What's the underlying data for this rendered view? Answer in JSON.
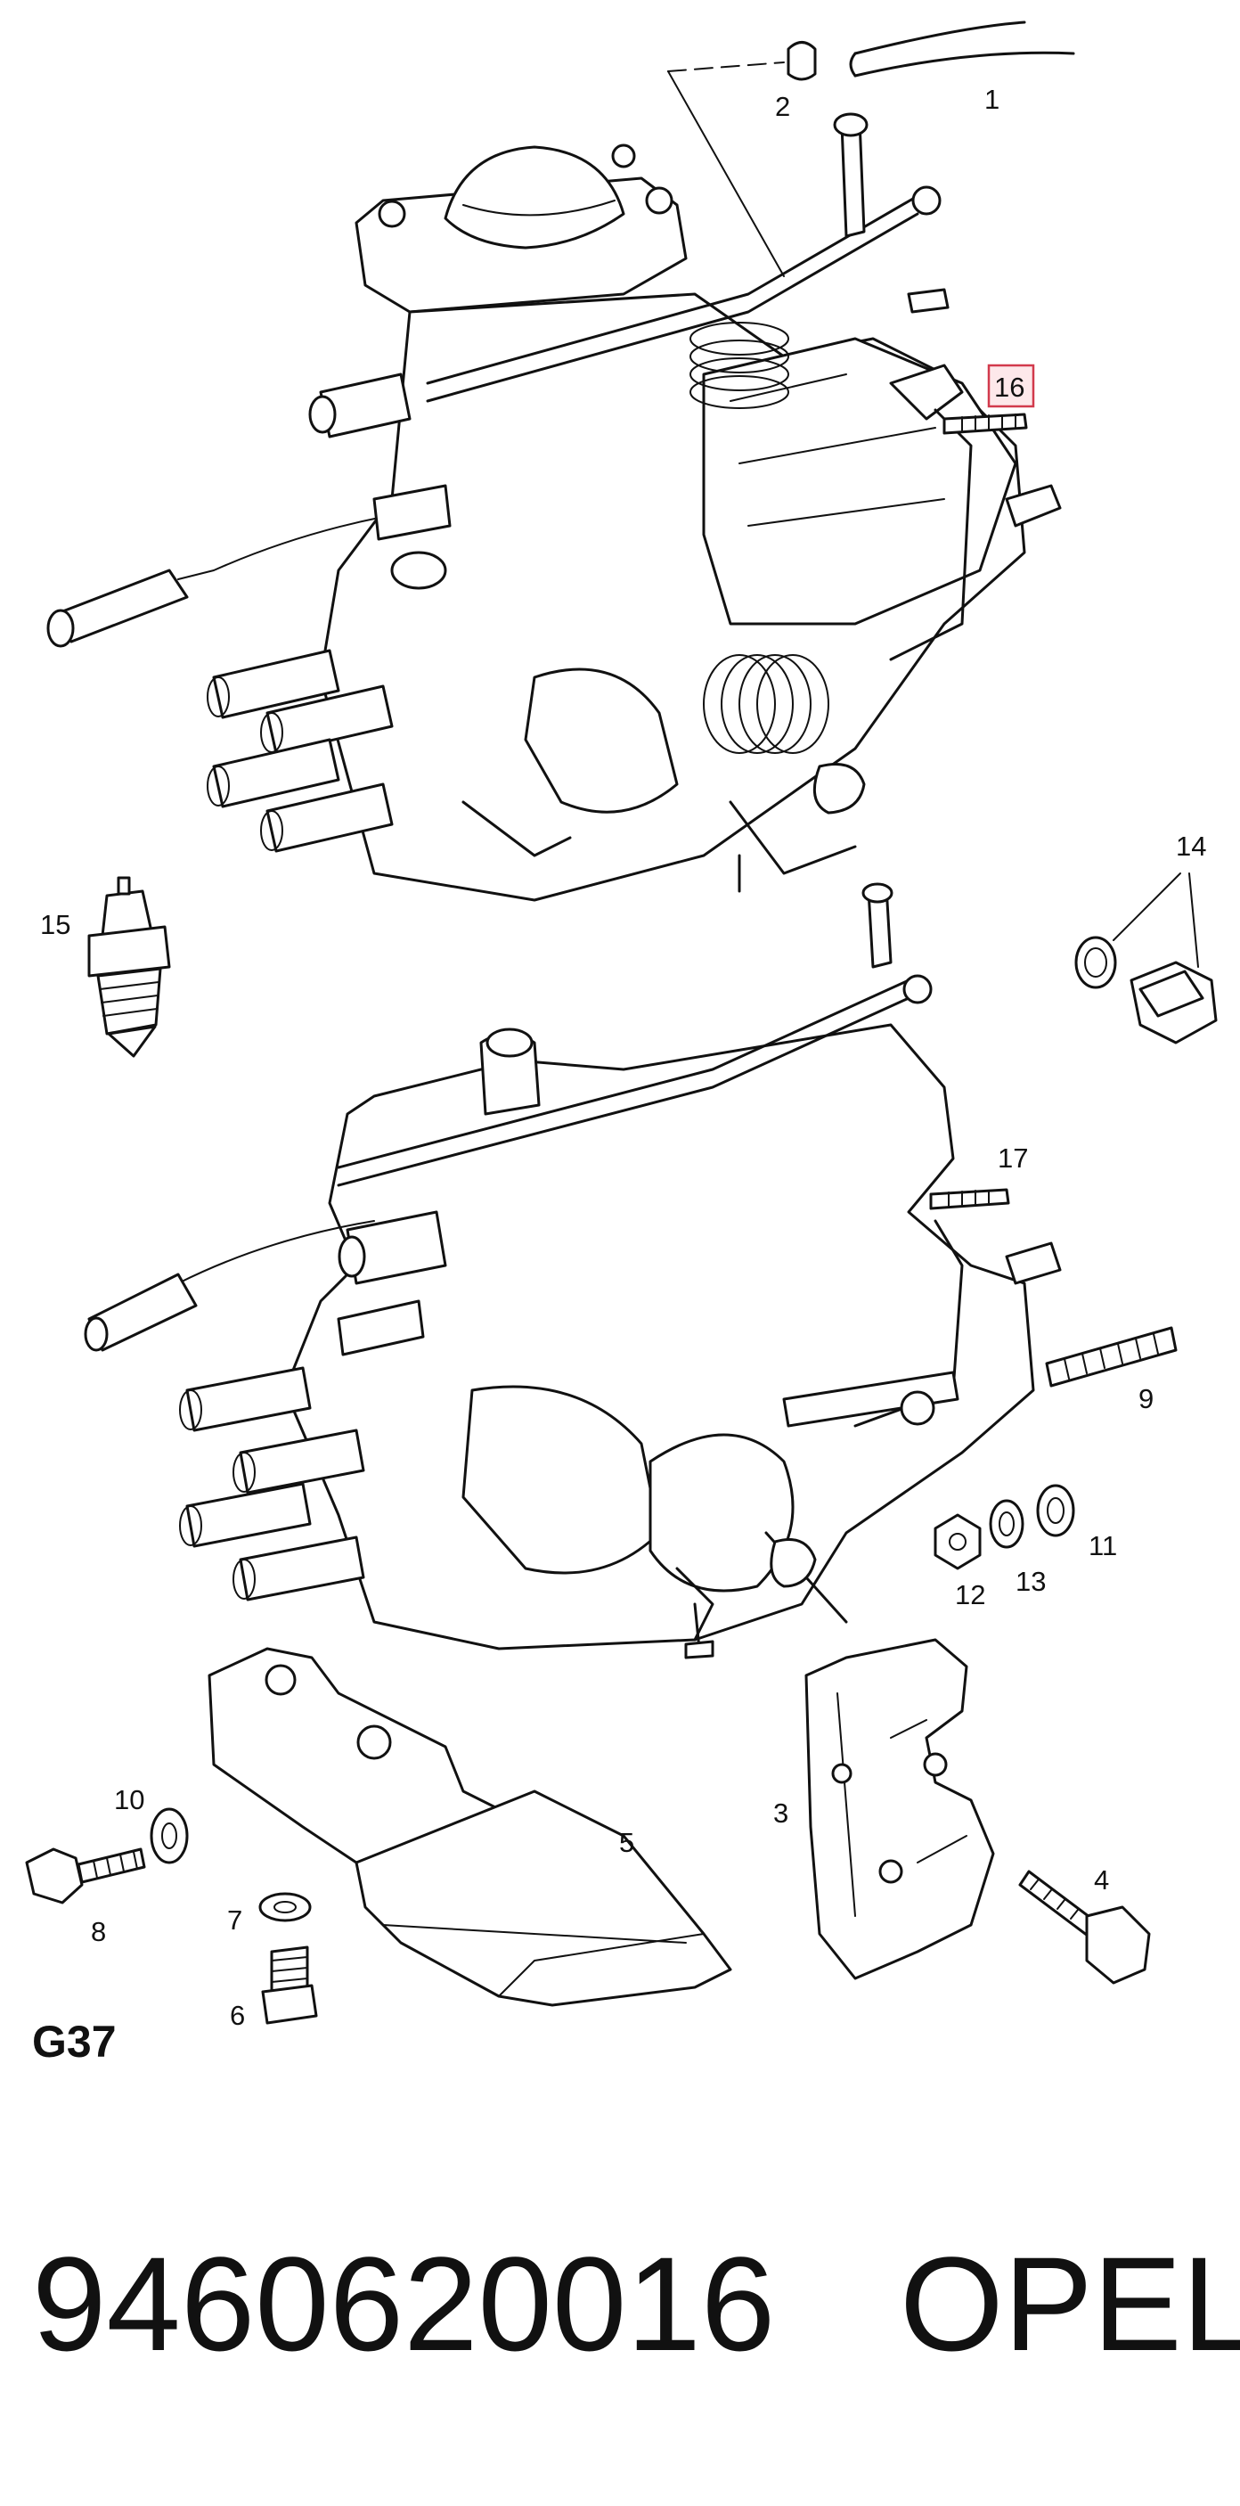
{
  "callouts": {
    "c1": "1",
    "c2": "2",
    "c3": "3",
    "c4": "4",
    "c5": "5",
    "c6": "6",
    "c7": "7",
    "c8": "8",
    "c9": "9",
    "c10": "10",
    "c11": "11",
    "c12": "12",
    "c13": "13",
    "c14": "14",
    "c15": "15",
    "c16": "16",
    "c17": "17"
  },
  "highlighted_callout": "16",
  "diagram_ref": "G37",
  "part_number": "9460620016",
  "brand": "OPEL",
  "colors": {
    "ink": "#111111",
    "highlight_border": "#d23a4c",
    "highlight_fill": "#fde8ea"
  }
}
